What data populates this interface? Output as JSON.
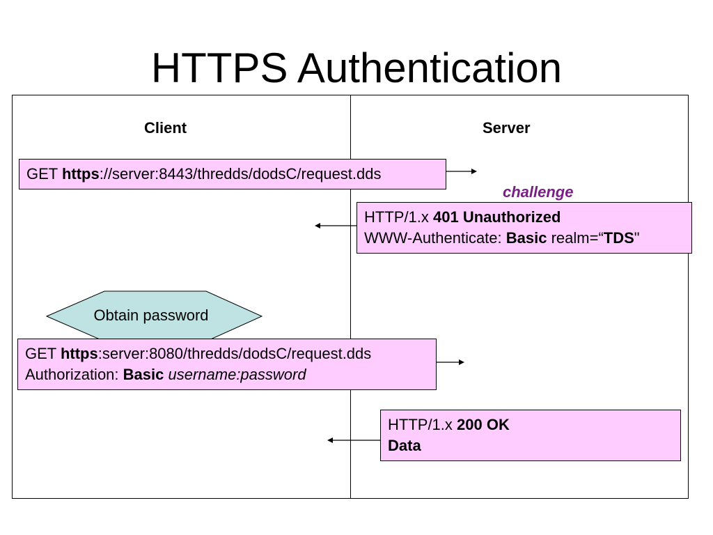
{
  "title": "HTTPS Authentication",
  "columns": {
    "client": "Client",
    "server": "Server"
  },
  "annotation": "challenge",
  "step_obtain": "Obtain password",
  "msg1": {
    "method": "GET ",
    "scheme": "https",
    "rest": "://server:8443/thredds/dodsC/request.dds"
  },
  "msg2": {
    "line1_prefix": "HTTP/1.x ",
    "line1_status": "401 Unauthorized",
    "line2_prefix": "WWW-Authenticate: ",
    "line2_type": "Basic",
    "line2_mid": " realm=“",
    "line2_realm": "TDS",
    "line2_end": "\""
  },
  "msg3": {
    "method": "GET ",
    "scheme": "https",
    "rest": ":server:8080/thredds/dodsC/request.dds",
    "line2_prefix": "Authorization: ",
    "line2_type": "Basic",
    "line2_cred": "username:password"
  },
  "msg4": {
    "line1_prefix": "HTTP/1.x ",
    "line1_status": "200 OK",
    "line2": "Data"
  },
  "colors": {
    "message_fill": "#ffccff",
    "hexagon_fill": "#bfe3e3",
    "challenge_text": "#7a1f86"
  }
}
